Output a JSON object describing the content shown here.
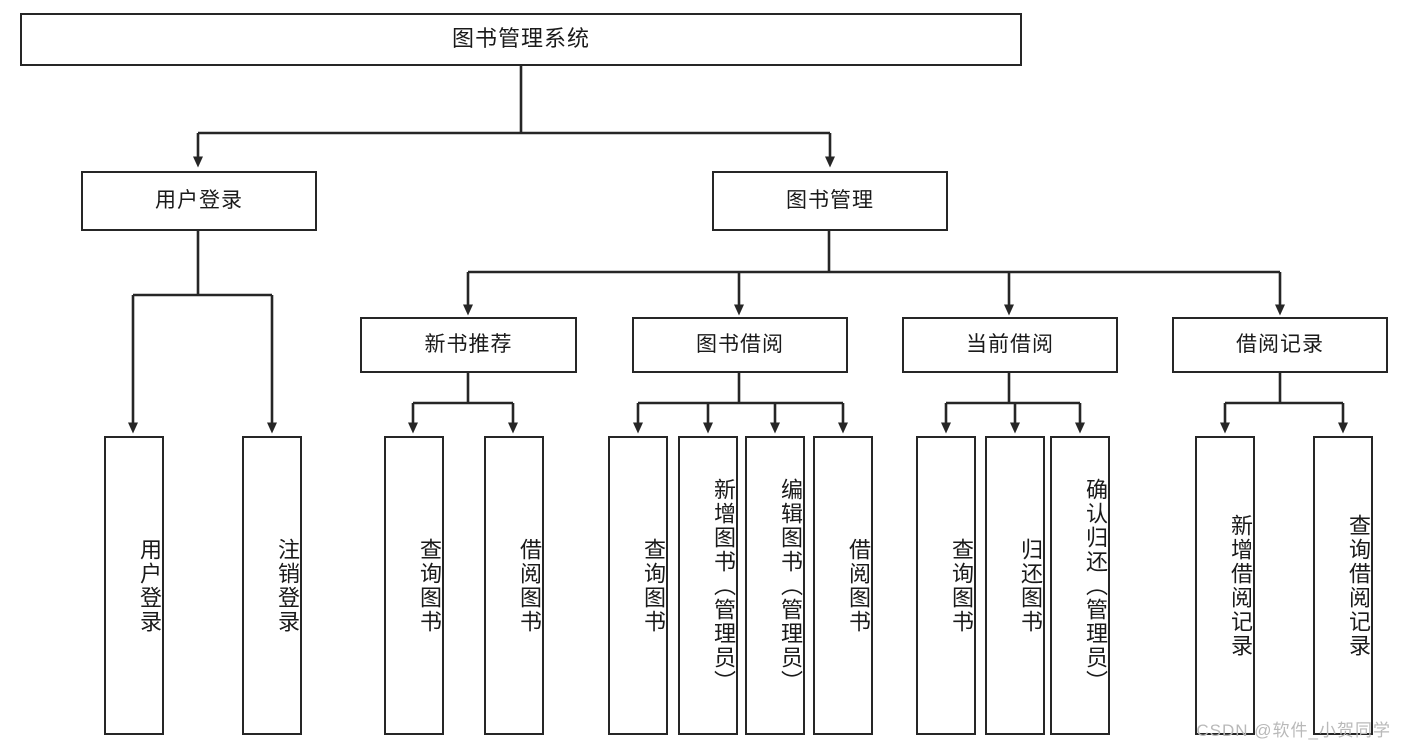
{
  "diagram": {
    "type": "tree",
    "title": "图书管理系统",
    "root": {
      "label": "图书管理系统"
    },
    "level2": [
      {
        "label": "用户登录"
      },
      {
        "label": "图书管理"
      }
    ],
    "level3": [
      {
        "label": "新书推荐"
      },
      {
        "label": "图书借阅"
      },
      {
        "label": "当前借阅"
      },
      {
        "label": "借阅记录"
      }
    ],
    "leaves": {
      "user_login": [
        {
          "label": "用户登录"
        },
        {
          "label": "注销登录"
        }
      ],
      "new_book": [
        {
          "label": "查询图书"
        },
        {
          "label": "借阅图书"
        }
      ],
      "borrow": [
        {
          "label": "查询图书"
        },
        {
          "label": "新增图书（管理员）"
        },
        {
          "label": "编辑图书（管理员）"
        },
        {
          "label": "借阅图书"
        }
      ],
      "current": [
        {
          "label": "查询图书"
        },
        {
          "label": "归还图书"
        },
        {
          "label": "确认归还（管理员）"
        }
      ],
      "records": [
        {
          "label": "新增借阅记录"
        },
        {
          "label": "查询借阅记录"
        }
      ]
    }
  },
  "watermark": {
    "text": "CSDN @软件_小贺同学"
  },
  "colors": {
    "border": "#262626",
    "text": "#1a1a1a",
    "background": "#ffffff",
    "watermark": "#b9b9b9"
  }
}
